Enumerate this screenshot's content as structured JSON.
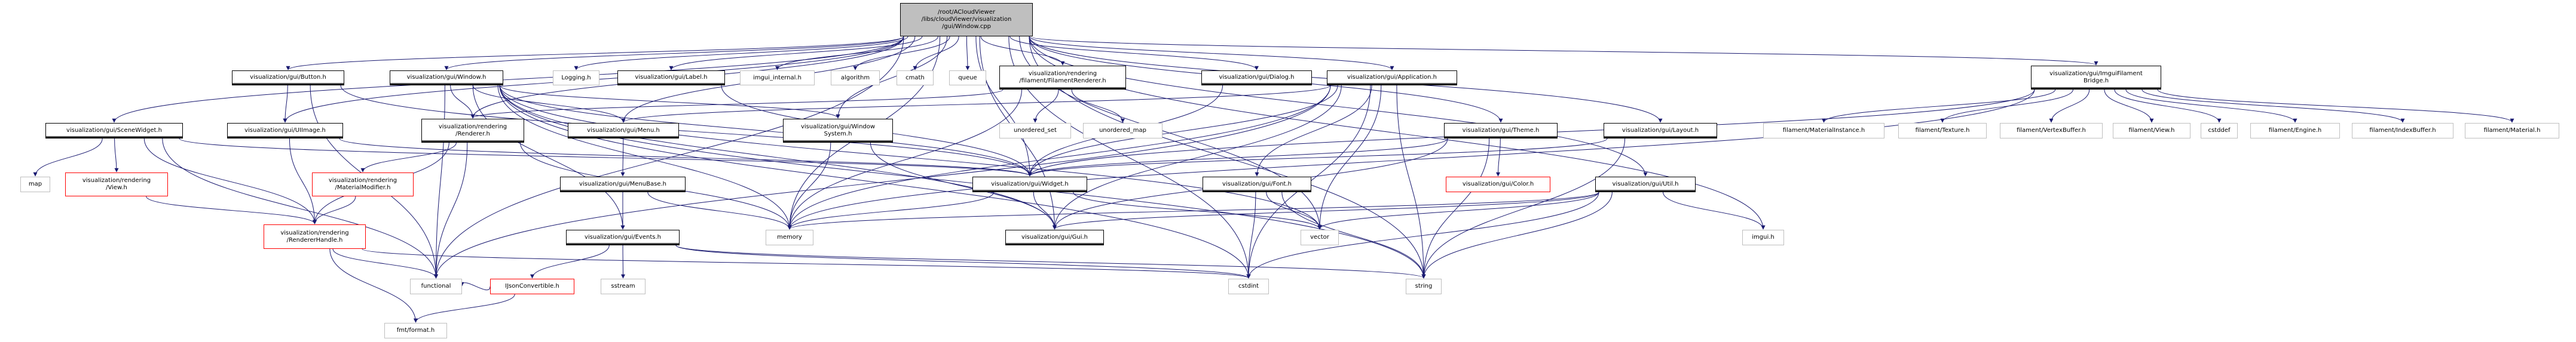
{
  "graph": {
    "title": "/root/ACloudViewer/libs/cloudViewer/visualization/gui/Window.cpp include dependency graph",
    "edge_color": "#191970",
    "legend_colors": {
      "root_fill": "#bfbfbf",
      "documented_border": "#000000",
      "undocumented_border": "#bfbfbf",
      "missing_border": "#ff0000"
    },
    "nodes": [
      {
        "id": "root",
        "label": "/root/ACloudViewer\n/libs/cloudViewer/visualization\n/gui/Window.cpp",
        "kind": "root"
      },
      {
        "id": "button",
        "label": "visualization/gui/Button.h",
        "kind": "documented"
      },
      {
        "id": "windowh",
        "label": "visualization/gui/Window.h",
        "kind": "documented"
      },
      {
        "id": "logging",
        "label": "Logging.h",
        "kind": "undocumented"
      },
      {
        "id": "label",
        "label": "visualization/gui/Label.h",
        "kind": "documented"
      },
      {
        "id": "imgui_internal",
        "label": "imgui_internal.h",
        "kind": "undocumented"
      },
      {
        "id": "algorithm",
        "label": "algorithm",
        "kind": "undocumented"
      },
      {
        "id": "cmath",
        "label": "cmath",
        "kind": "undocumented"
      },
      {
        "id": "queue",
        "label": "queue",
        "kind": "undocumented"
      },
      {
        "id": "filrenderer",
        "label": "visualization/rendering\n/filament/FilamentRenderer.h",
        "kind": "documented"
      },
      {
        "id": "dialog",
        "label": "visualization/gui/Dialog.h",
        "kind": "documented"
      },
      {
        "id": "application",
        "label": "visualization/gui/Application.h",
        "kind": "documented"
      },
      {
        "id": "bridge",
        "label": "visualization/gui/ImguiFilament\nBridge.h",
        "kind": "documented"
      },
      {
        "id": "scenewidget",
        "label": "visualization/gui/SceneWidget.h",
        "kind": "documented"
      },
      {
        "id": "uiimage",
        "label": "visualization/gui/UIImage.h",
        "kind": "documented"
      },
      {
        "id": "renderer",
        "label": "visualization/rendering\n/Renderer.h",
        "kind": "documented"
      },
      {
        "id": "menu",
        "label": "visualization/gui/Menu.h",
        "kind": "documented"
      },
      {
        "id": "windowsystem",
        "label": "visualization/gui/Window\nSystem.h",
        "kind": "documented"
      },
      {
        "id": "uset",
        "label": "unordered_set",
        "kind": "undocumented"
      },
      {
        "id": "umap",
        "label": "unordered_map",
        "kind": "undocumented"
      },
      {
        "id": "theme",
        "label": "visualization/gui/Theme.h",
        "kind": "documented"
      },
      {
        "id": "layout",
        "label": "visualization/gui/Layout.h",
        "kind": "documented"
      },
      {
        "id": "f_matinst",
        "label": "filament/MaterialInstance.h",
        "kind": "undocumented"
      },
      {
        "id": "f_texture",
        "label": "filament/Texture.h",
        "kind": "undocumented"
      },
      {
        "id": "f_vbuf",
        "label": "filament/VertexBuffer.h",
        "kind": "undocumented"
      },
      {
        "id": "f_view",
        "label": "filament/View.h",
        "kind": "undocumented"
      },
      {
        "id": "cstddef",
        "label": "cstddef",
        "kind": "undocumented"
      },
      {
        "id": "f_engine",
        "label": "filament/Engine.h",
        "kind": "undocumented"
      },
      {
        "id": "f_ibuf",
        "label": "filament/IndexBuffer.h",
        "kind": "undocumented"
      },
      {
        "id": "f_material",
        "label": "filament/Material.h",
        "kind": "undocumented"
      },
      {
        "id": "map",
        "label": "map",
        "kind": "undocumented"
      },
      {
        "id": "viewh",
        "label": "visualization/rendering\n/View.h",
        "kind": "missing"
      },
      {
        "id": "matmod",
        "label": "visualization/rendering\n/MaterialModifier.h",
        "kind": "missing"
      },
      {
        "id": "menubase",
        "label": "visualization/gui/MenuBase.h",
        "kind": "documented"
      },
      {
        "id": "widget",
        "label": "visualization/gui/Widget.h",
        "kind": "documented"
      },
      {
        "id": "font",
        "label": "visualization/gui/Font.h",
        "kind": "documented"
      },
      {
        "id": "color",
        "label": "visualization/gui/Color.h",
        "kind": "missing"
      },
      {
        "id": "util",
        "label": "visualization/gui/Util.h",
        "kind": "documented"
      },
      {
        "id": "rhandle",
        "label": "visualization/rendering\n/RendererHandle.h",
        "kind": "missing"
      },
      {
        "id": "events",
        "label": "visualization/gui/Events.h",
        "kind": "documented"
      },
      {
        "id": "memory",
        "label": "memory",
        "kind": "undocumented"
      },
      {
        "id": "gui",
        "label": "visualization/gui/Gui.h",
        "kind": "documented"
      },
      {
        "id": "vector",
        "label": "vector",
        "kind": "undocumented"
      },
      {
        "id": "imguih",
        "label": "imgui.h",
        "kind": "undocumented"
      },
      {
        "id": "functional",
        "label": "functional",
        "kind": "undocumented"
      },
      {
        "id": "ijson",
        "label": "IJsonConvertible.h",
        "kind": "missing"
      },
      {
        "id": "sstream",
        "label": "sstream",
        "kind": "undocumented"
      },
      {
        "id": "cstdint",
        "label": "cstdint",
        "kind": "undocumented"
      },
      {
        "id": "string",
        "label": "string",
        "kind": "undocumented"
      },
      {
        "id": "fmtformat",
        "label": "fmt/format.h",
        "kind": "undocumented"
      }
    ],
    "edges": [
      [
        "root",
        "button"
      ],
      [
        "root",
        "windowh"
      ],
      [
        "root",
        "logging"
      ],
      [
        "root",
        "label"
      ],
      [
        "root",
        "imgui_internal"
      ],
      [
        "root",
        "algorithm"
      ],
      [
        "root",
        "cmath"
      ],
      [
        "root",
        "queue"
      ],
      [
        "root",
        "filrenderer"
      ],
      [
        "root",
        "dialog"
      ],
      [
        "root",
        "application"
      ],
      [
        "root",
        "bridge"
      ],
      [
        "root",
        "scenewidget"
      ],
      [
        "root",
        "uiimage"
      ],
      [
        "root",
        "menu"
      ],
      [
        "root",
        "windowsystem"
      ],
      [
        "root",
        "theme"
      ],
      [
        "root",
        "layout"
      ],
      [
        "root",
        "util"
      ],
      [
        "root",
        "widget"
      ],
      [
        "root",
        "vector"
      ],
      [
        "root",
        "memory"
      ],
      [
        "root",
        "string"
      ],
      [
        "root",
        "functional"
      ],
      [
        "root",
        "imguih"
      ],
      [
        "root",
        "gui"
      ],
      [
        "root",
        "cstdint"
      ],
      [
        "root",
        "renderer"
      ],
      [
        "button",
        "uiimage"
      ],
      [
        "button",
        "widget"
      ],
      [
        "button",
        "functional"
      ],
      [
        "windowh",
        "menu"
      ],
      [
        "windowh",
        "renderer"
      ],
      [
        "windowh",
        "windowsystem"
      ],
      [
        "windowh",
        "widget"
      ],
      [
        "windowh",
        "gui"
      ],
      [
        "windowh",
        "memory"
      ],
      [
        "windowh",
        "functional"
      ],
      [
        "windowh",
        "events"
      ],
      [
        "windowh",
        "string"
      ],
      [
        "windowh",
        "cstdint"
      ],
      [
        "windowh",
        "vector"
      ],
      [
        "label",
        "widget"
      ],
      [
        "filrenderer",
        "renderer"
      ],
      [
        "filrenderer",
        "memory"
      ],
      [
        "filrenderer",
        "uset"
      ],
      [
        "filrenderer",
        "umap"
      ],
      [
        "dialog",
        "widget"
      ],
      [
        "application",
        "menu"
      ],
      [
        "application",
        "widget"
      ],
      [
        "application",
        "font"
      ],
      [
        "application",
        "vector"
      ],
      [
        "application",
        "string"
      ],
      [
        "application",
        "cstdint"
      ],
      [
        "application",
        "memory"
      ],
      [
        "application",
        "gui"
      ],
      [
        "application",
        "functional"
      ],
      [
        "bridge",
        "f_matinst"
      ],
      [
        "bridge",
        "f_texture"
      ],
      [
        "bridge",
        "f_vbuf"
      ],
      [
        "bridge",
        "f_view"
      ],
      [
        "bridge",
        "cstddef"
      ],
      [
        "bridge",
        "f_engine"
      ],
      [
        "bridge",
        "f_ibuf"
      ],
      [
        "bridge",
        "f_material"
      ],
      [
        "bridge",
        "memory"
      ],
      [
        "bridge",
        "widget"
      ],
      [
        "scenewidget",
        "map"
      ],
      [
        "scenewidget",
        "viewh"
      ],
      [
        "scenewidget",
        "rhandle"
      ],
      [
        "scenewidget",
        "widget"
      ],
      [
        "scenewidget",
        "functional"
      ],
      [
        "uiimage",
        "rhandle"
      ],
      [
        "uiimage",
        "widget"
      ],
      [
        "renderer",
        "matmod"
      ],
      [
        "renderer",
        "rhandle"
      ],
      [
        "renderer",
        "functional"
      ],
      [
        "renderer",
        "memory"
      ],
      [
        "menu",
        "menubase"
      ],
      [
        "windowsystem",
        "gui"
      ],
      [
        "windowsystem",
        "memory"
      ],
      [
        "theme",
        "color"
      ],
      [
        "theme",
        "widget"
      ],
      [
        "theme",
        "string"
      ],
      [
        "theme",
        "gui"
      ],
      [
        "layout",
        "widget"
      ],
      [
        "layout",
        "string"
      ],
      [
        "viewh",
        "rhandle"
      ],
      [
        "matmod",
        "rhandle"
      ],
      [
        "menubase",
        "events"
      ],
      [
        "menubase",
        "memory"
      ],
      [
        "widget",
        "gui"
      ],
      [
        "widget",
        "memory"
      ],
      [
        "widget",
        "vector"
      ],
      [
        "font",
        "vector"
      ],
      [
        "font",
        "string"
      ],
      [
        "font",
        "cstdint"
      ],
      [
        "util",
        "imguih"
      ],
      [
        "util",
        "string"
      ],
      [
        "util",
        "cstdint"
      ],
      [
        "util",
        "vector"
      ],
      [
        "util",
        "memory"
      ],
      [
        "util",
        "gui"
      ],
      [
        "rhandle",
        "functional"
      ],
      [
        "rhandle",
        "fmtformat"
      ],
      [
        "rhandle",
        "cstdint"
      ],
      [
        "events",
        "ijson"
      ],
      [
        "events",
        "sstream"
      ],
      [
        "events",
        "string"
      ],
      [
        "events",
        "cstdint"
      ],
      [
        "ijson",
        "fmtformat"
      ],
      [
        "ijson",
        "functional"
      ]
    ]
  }
}
